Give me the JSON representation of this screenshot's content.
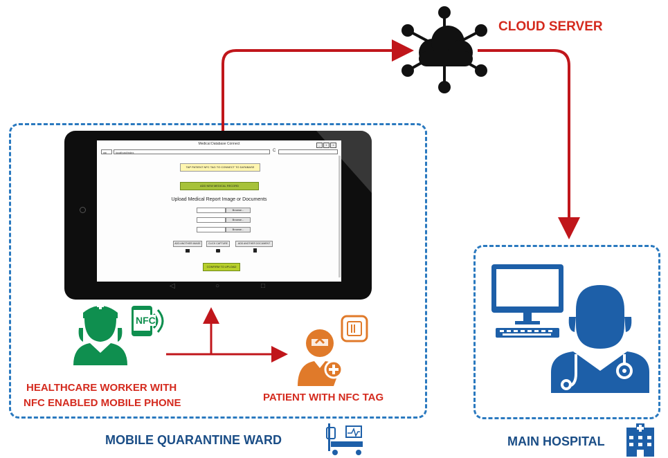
{
  "labels": {
    "cloud_server": "CLOUD SERVER",
    "healthcare_worker_line1": "HEALTHCARE WORKER WITH",
    "healthcare_worker_line2": "NFC ENABLED MOBILE PHONE",
    "patient": "PATIENT WITH NFC TAG",
    "mobile_ward": "MOBILE QUARANTINE WARD",
    "main_hospital": "MAIN HOSPITAL",
    "nfc_badge": "NFC"
  },
  "tablet_app": {
    "window_title": "Medical Database Connect",
    "address_value": "localhost/index",
    "tap_nfc_button": "TAP PATIENT NFC TAG TO CONNECT TO DATABASE",
    "add_record_button": "ADD NEW MEDICAL RECORD",
    "upload_heading": "Upload Medical Report Image or Documents",
    "browse_label": "Browse...",
    "add_image_button": "ADD ANOTHER IMAGE",
    "click_capture_button": "CLICK CAPTURE",
    "add_document_button": "ADD ANOTHER DOCUMENT",
    "confirm_button": "CONFIRM TO UPLOAD"
  },
  "colors": {
    "arrow": "#c0161b",
    "zone_border": "#2a79bf",
    "red_text": "#d42a1e",
    "blue_text": "#1a4d86",
    "nurse_green": "#0f8f4f",
    "patient_orange": "#e07a2a",
    "doctor_blue": "#1d5fa8"
  },
  "icons": [
    "cloud-network-icon",
    "nurse-icon",
    "nfc-phone-icon",
    "patient-icon",
    "nfc-tag-icon",
    "computer-icon",
    "doctor-icon",
    "hospital-bed-icon",
    "hospital-building-icon"
  ]
}
